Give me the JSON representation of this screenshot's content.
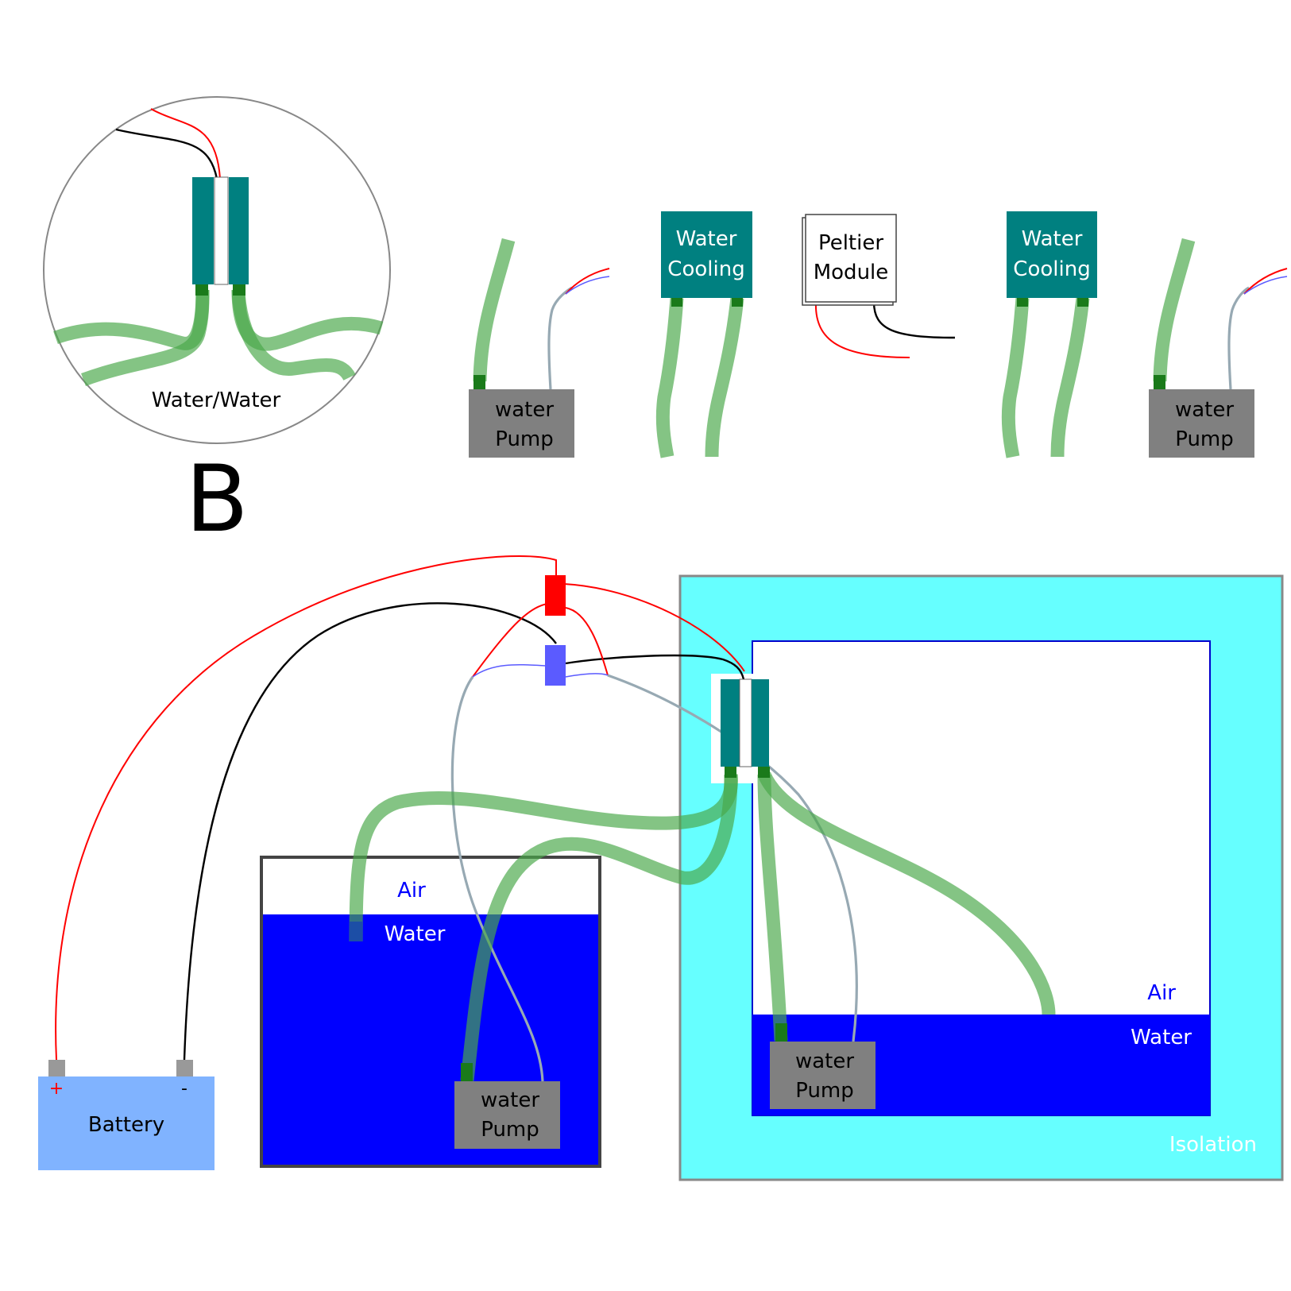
{
  "panel_letter": "B",
  "inset": {
    "caption": "Water/Water"
  },
  "parts_row": {
    "pump_left": {
      "line1": "water",
      "line2": "Pump"
    },
    "cooler_left": {
      "line1": "Water",
      "line2": "Cooling"
    },
    "peltier": {
      "line1": "Peltier",
      "line2": "Module"
    },
    "cooler_right": {
      "line1": "Water",
      "line2": "Cooling"
    },
    "pump_right": {
      "line1": "water",
      "line2": "Pump"
    }
  },
  "battery": {
    "label": "Battery",
    "plus": "+",
    "minus": "-"
  },
  "left_tank": {
    "air_label": "Air",
    "water_label": "Water",
    "pump": {
      "line1": "water",
      "line2": "Pump"
    }
  },
  "insulated_box": {
    "isolation_label": "Isolation",
    "air_label": "Air",
    "water_label": "Water",
    "pump": {
      "line1": "water",
      "line2": "Pump"
    }
  },
  "colors": {
    "water": "#0000ff",
    "isolation": "#66ffff",
    "cooler": "#008080",
    "pump": "#808080",
    "tube": "#49a849",
    "battery": "#80b3ff",
    "wire_positive": "#ff0000",
    "wire_negative": "#000000",
    "pump_wire": "#97a9b3",
    "connector_positive": "#ff0000",
    "connector_negative": "#5b5bff"
  }
}
